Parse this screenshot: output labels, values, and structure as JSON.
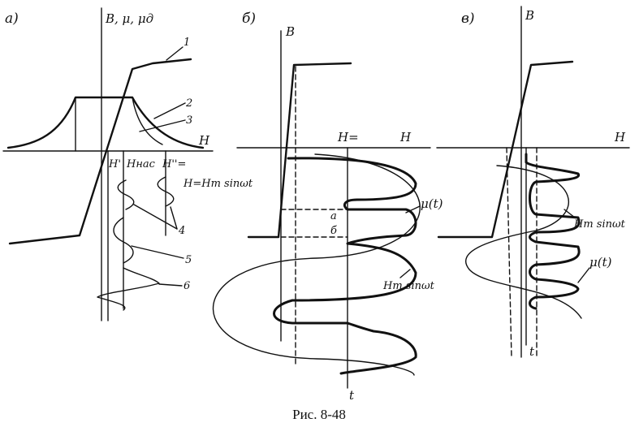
{
  "figure": {
    "caption": "Рис. 8-48",
    "panel_a": {
      "tag": "а)",
      "axis_y": "B, μ, μд",
      "axis_x": "H",
      "h_prime": "H'",
      "h_sat": "Hнас",
      "h_double": "H''=",
      "excitation": "H=Hm sinωt",
      "curve_labels": [
        "1",
        "2",
        "3",
        "4",
        "5",
        "6"
      ]
    },
    "panel_b": {
      "tag": "б)",
      "axis_y": "B",
      "axis_x": "H",
      "h_dc": "H=",
      "mu_t": "μ(t)",
      "level_a": "a",
      "level_b": "б",
      "excitation": "Hm sinωt",
      "time": "t"
    },
    "panel_c": {
      "tag": "в)",
      "axis_y": "B",
      "axis_x": "H",
      "excitation": "Hm sinωt",
      "mu_t": "μ(t)",
      "time": "t"
    }
  }
}
